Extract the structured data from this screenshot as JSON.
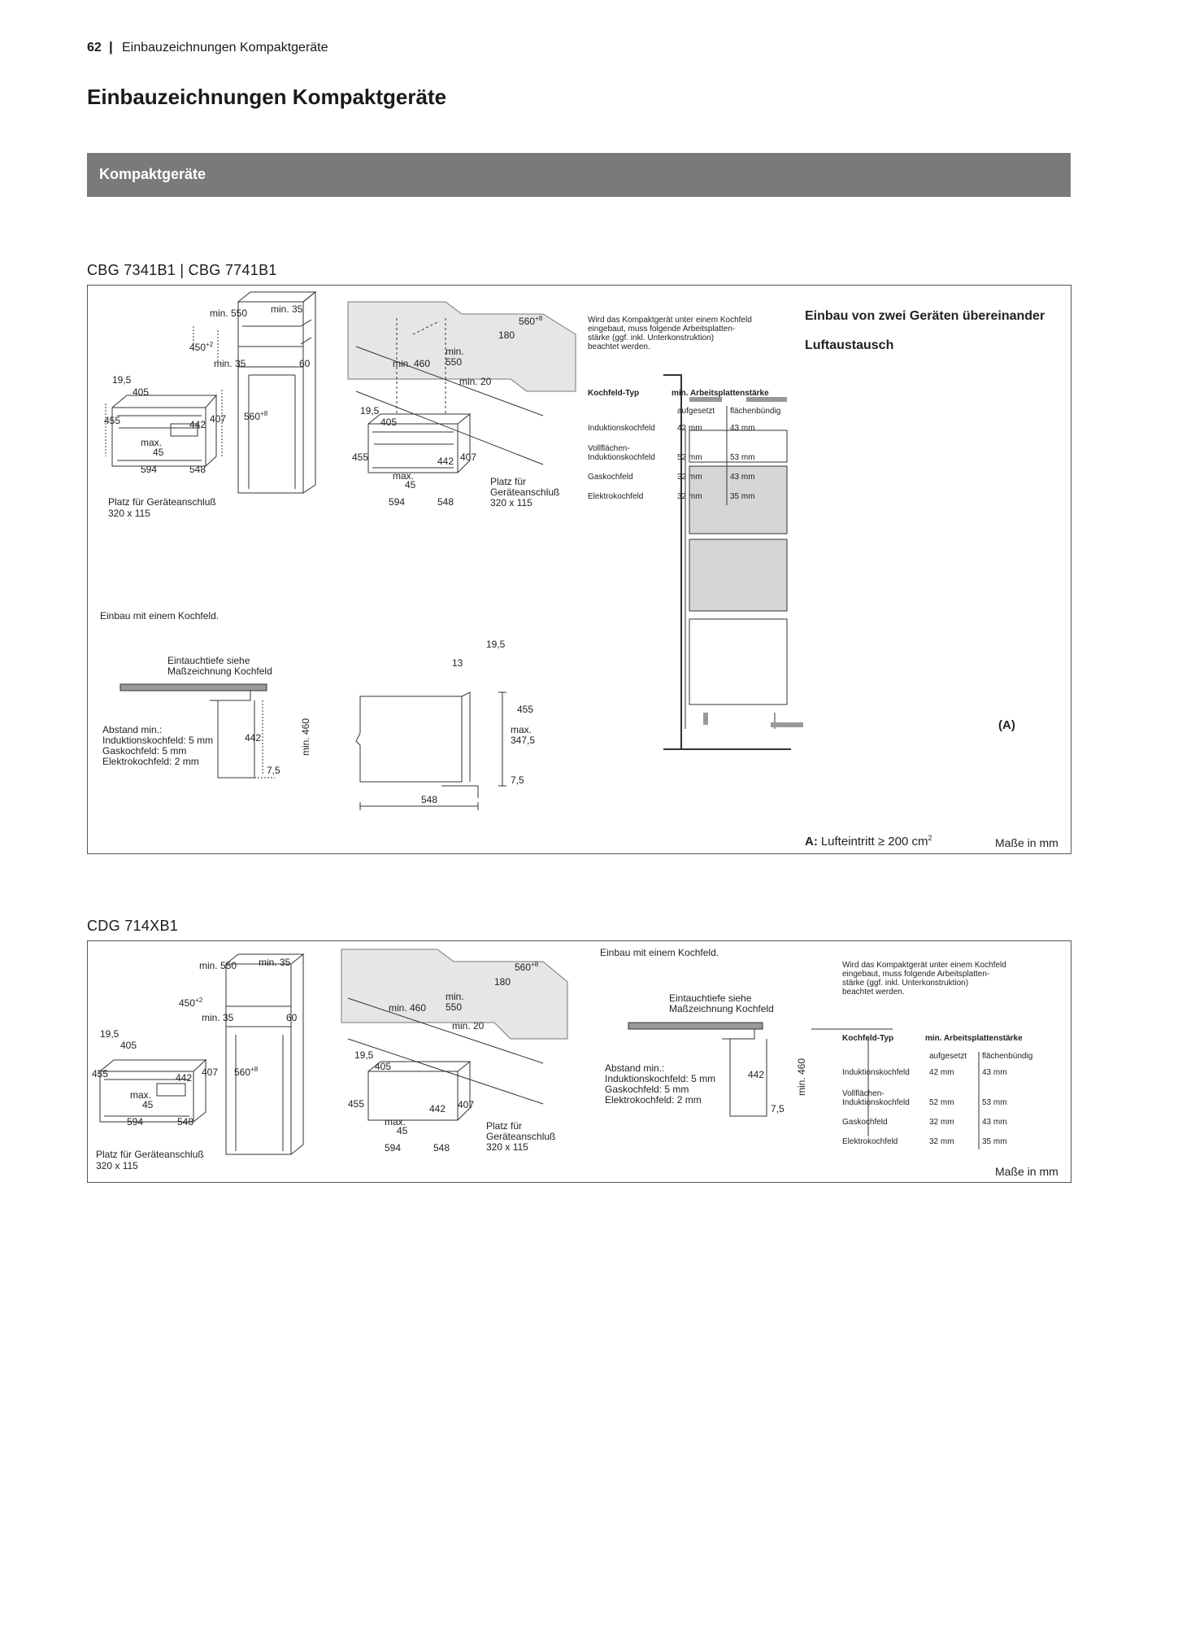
{
  "header": {
    "page_number": "62",
    "separator": "|",
    "section": "Einbauzeichnungen Kompaktgeräte"
  },
  "title": "Einbauzeichnungen Kompaktgeräte",
  "band": {
    "label": "Kompaktgeräte"
  },
  "units_label": "Maße in mm",
  "panel1": {
    "model": "CBG 7341B1 | CBG 7741B1",
    "dims": {
      "min550": "min. 550",
      "min35": "min. 35",
      "d450": "450",
      "sup2": "+2",
      "min35b": "min. 35",
      "d60": "60",
      "d19_5": "19,5",
      "d405": "405",
      "d455": "455",
      "d442": "442",
      "d407": "407",
      "d560": "560",
      "sup8": "+8",
      "max": "max.",
      "d45": "45",
      "d594": "594",
      "d548": "548",
      "platz": "Platz für Geräteanschluß",
      "platz_size": "320 x 115",
      "min460": "min. 460",
      "min550b": "min.",
      "d550": "550",
      "d180": "180",
      "min20": "min. 20",
      "platz2": "Platz für",
      "platz2b": "Geräteanschluß"
    },
    "note": [
      "Wird das Kompaktgerät unter einem Kochfeld",
      "eingebaut, muss folgende Arbeitsplatten-",
      "stärke (ggf. inkl. Unterkonstruktion)",
      "beachtet werden."
    ],
    "table": {
      "h1": "Kochfeld-Typ",
      "h2": "min. Arbeitsplattenstärke",
      "s1": "aufgesetzt",
      "s2": "flächenbündig",
      "rows": [
        {
          "a": "Induktionskochfeld",
          "b": "42 mm",
          "c": "43 mm"
        },
        {
          "a": "Vollflächen-",
          "a2": "Induktionskochfeld",
          "b": "52 mm",
          "c": "53 mm"
        },
        {
          "a": "Gaskochfeld",
          "b": "32 mm",
          "c": "43 mm"
        },
        {
          "a": "Elektrokochfeld",
          "b": "32 mm",
          "c": "35 mm"
        }
      ]
    },
    "right_title1": "Einbau von zwei Geräten übereinander",
    "right_title2": "Luftaustausch",
    "label_a": "(A)",
    "air_a": "A:",
    "air_text": "Lufteintritt ≥ 200 cm",
    "air_sup": "2",
    "hob_title": "Einbau mit einem Kochfeld.",
    "eintauch1": "Eintauchtiefe siehe",
    "eintauch2": "Maßzeichnung Kochfeld",
    "abstand": [
      "Abstand min.:",
      "Induktionskochfeld: 5 mm",
      "Gaskochfeld: 5 mm",
      "Elektrokochfeld: 2 mm"
    ],
    "d7_5": "7,5",
    "side": {
      "d19_5": "19,5",
      "d13": "13",
      "d455": "455",
      "max": "max.",
      "d347": "347,5",
      "d7_5": "7,5",
      "d548": "548"
    }
  },
  "panel2": {
    "model": "CDG 714XB1",
    "hob_title": "Einbau mit einem Kochfeld.",
    "note": [
      "Wird das Kompaktgerät unter einem Kochfeld",
      "eingebaut, muss folgende Arbeitsplatten-",
      "stärke (ggf. inkl. Unterkonstruktion)",
      "beachtet werden."
    ]
  }
}
